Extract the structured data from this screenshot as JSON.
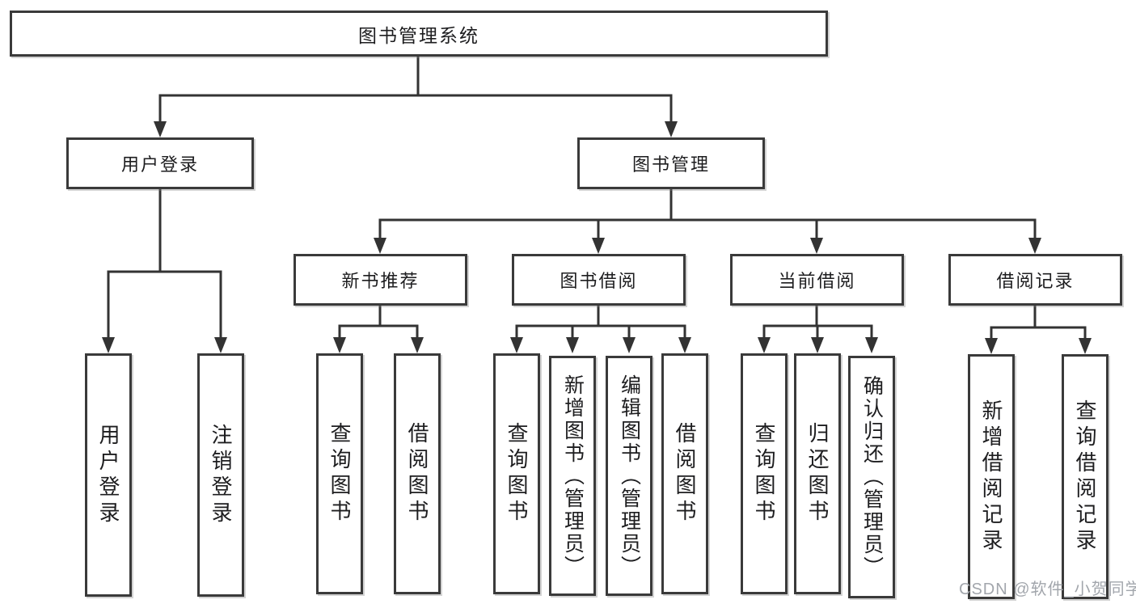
{
  "diagram": {
    "root": {
      "label": "图书管理系统",
      "children": [
        {
          "label": "用户登录",
          "children": [
            {
              "label": "用户登录"
            },
            {
              "label": "注销登录"
            }
          ]
        },
        {
          "label": "图书管理",
          "children": [
            {
              "label": "新书推荐",
              "children": [
                {
                  "label": "查询图书"
                },
                {
                  "label": "借阅图书"
                }
              ]
            },
            {
              "label": "图书借阅",
              "children": [
                {
                  "label": "查询图书"
                },
                {
                  "label": "新增图书（管理员）"
                },
                {
                  "label": "编辑图书（管理员）"
                },
                {
                  "label": "借阅图书"
                }
              ]
            },
            {
              "label": "当前借阅",
              "children": [
                {
                  "label": "查询图书"
                },
                {
                  "label": "归还图书"
                },
                {
                  "label": "确认归还（管理员）"
                }
              ]
            },
            {
              "label": "借阅记录",
              "children": [
                {
                  "label": "新增借阅记录"
                },
                {
                  "label": "查询借阅记录"
                }
              ]
            }
          ]
        }
      ]
    },
    "colors": {
      "line": "#333333",
      "box_border": "#3a3a3a",
      "text": "#1d1d1f",
      "watermark": "#a2a6ac",
      "background": "#ffffff"
    },
    "watermark": "CSDN @软件_小贺同学"
  }
}
